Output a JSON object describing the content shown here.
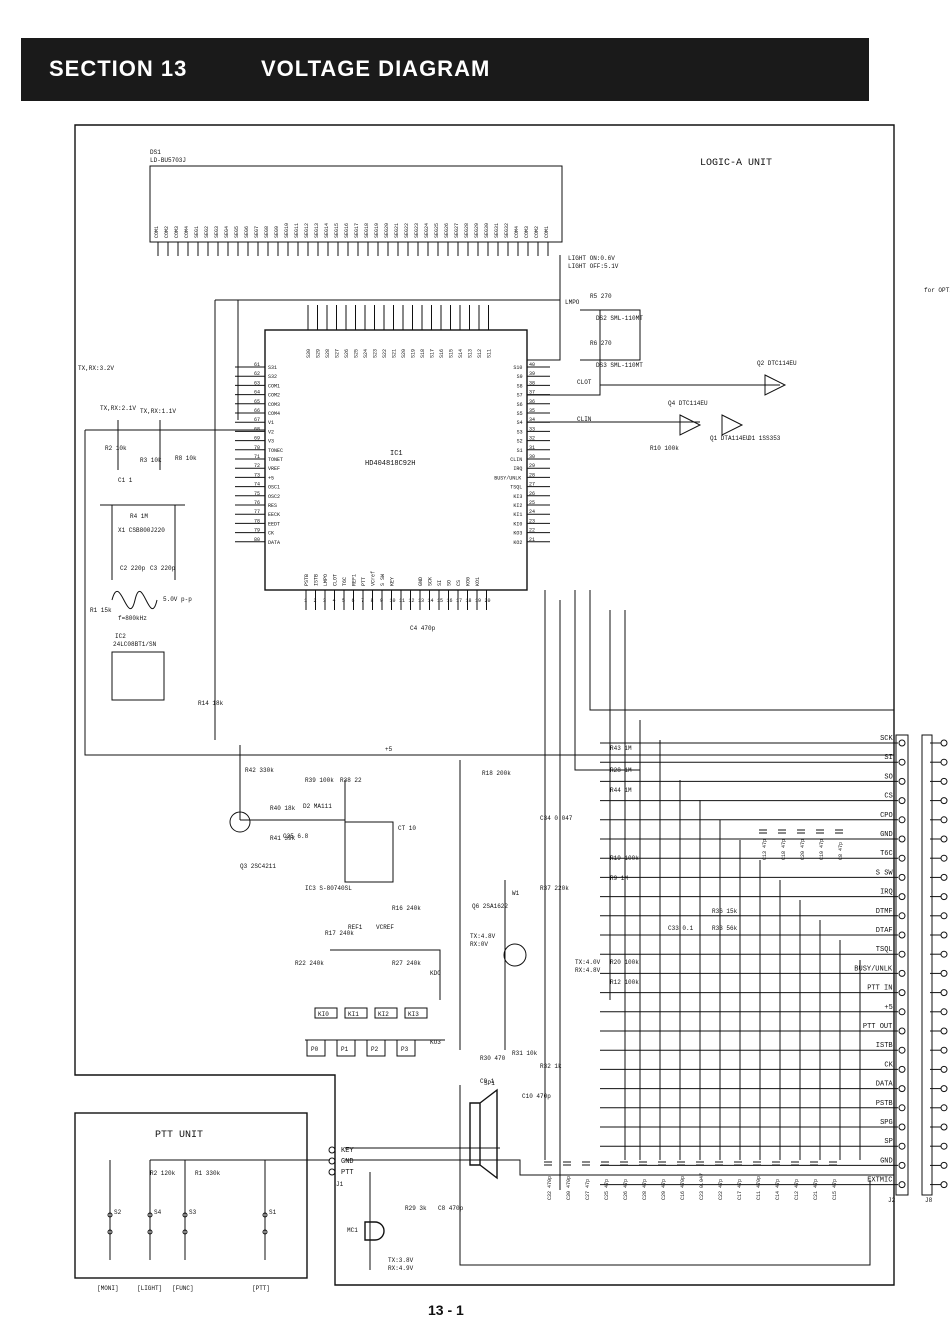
{
  "header": {
    "section": "SECTION 13",
    "title": "VOLTAGE DIAGRAM"
  },
  "page_number": "13 - 1",
  "units": {
    "logic": "LOGIC-A UNIT",
    "ptt": "PTT UNIT",
    "option": "for OPTION"
  },
  "ds1": {
    "ref": "DS1",
    "part": "LD-BU5703J",
    "com_left": [
      "COM1",
      "COM2",
      "COM3",
      "COM4"
    ],
    "segments": [
      "SEG1",
      "SEG2",
      "SEG3",
      "SEG4",
      "SEG5",
      "SEG6",
      "SEG7",
      "SEG8",
      "SEG9",
      "SEG10",
      "SEG11",
      "SEG12",
      "SEG13",
      "SEG14",
      "SEG15",
      "SEG16",
      "SEG17",
      "SEG18",
      "SEG19",
      "SEG20",
      "SEG21",
      "SEG22",
      "SEG23",
      "SEG24",
      "SEG25",
      "SEG26",
      "SEG27",
      "SEG28",
      "SEG29",
      "SEG30",
      "SEG31",
      "SEG32"
    ],
    "com_right": [
      "COM4",
      "COM3",
      "COM2",
      "COM1"
    ]
  },
  "ic1": {
    "ref": "IC1",
    "part": "HD404818C92H",
    "left_pins": [
      {
        "n": "61",
        "name": "S31"
      },
      {
        "n": "62",
        "name": "S32"
      },
      {
        "n": "63",
        "name": "COM1"
      },
      {
        "n": "64",
        "name": "COM2"
      },
      {
        "n": "65",
        "name": "COM3"
      },
      {
        "n": "66",
        "name": "COM4"
      },
      {
        "n": "67",
        "name": "V1"
      },
      {
        "n": "68",
        "name": "V2"
      },
      {
        "n": "69",
        "name": "V3"
      },
      {
        "n": "70",
        "name": "TONEC"
      },
      {
        "n": "71",
        "name": "TONET"
      },
      {
        "n": "72",
        "name": "VREF"
      },
      {
        "n": "73",
        "name": "+5"
      },
      {
        "n": "74",
        "name": "OSC1"
      },
      {
        "n": "75",
        "name": "OSC2"
      },
      {
        "n": "76",
        "name": "RES"
      },
      {
        "n": "77",
        "name": "EECK"
      },
      {
        "n": "78",
        "name": "EEDT"
      },
      {
        "n": "79",
        "name": "CK"
      },
      {
        "n": "80",
        "name": "DATA"
      }
    ],
    "right_pins": [
      {
        "n": "40",
        "name": "S10"
      },
      {
        "n": "39",
        "name": "S9"
      },
      {
        "n": "38",
        "name": "S8"
      },
      {
        "n": "37",
        "name": "S7"
      },
      {
        "n": "36",
        "name": "S6"
      },
      {
        "n": "35",
        "name": "S5"
      },
      {
        "n": "34",
        "name": "S4"
      },
      {
        "n": "33",
        "name": "S3"
      },
      {
        "n": "32",
        "name": "S2"
      },
      {
        "n": "31",
        "name": "S1"
      },
      {
        "n": "30",
        "name": "CLIN"
      },
      {
        "n": "29",
        "name": "IRQ"
      },
      {
        "n": "28",
        "name": "BUSY/UNLK"
      },
      {
        "n": "27",
        "name": "TSQL"
      },
      {
        "n": "26",
        "name": "KI3"
      },
      {
        "n": "25",
        "name": "KI2"
      },
      {
        "n": "24",
        "name": "KI1"
      },
      {
        "n": "23",
        "name": "KI0"
      },
      {
        "n": "22",
        "name": "KO3"
      },
      {
        "n": "21",
        "name": "KO2"
      }
    ],
    "top_pins": [
      "S30",
      "S29",
      "S28",
      "S27",
      "S26",
      "S25",
      "S24",
      "S23",
      "S22",
      "S21",
      "S20",
      "S19",
      "S18",
      "S17",
      "S16",
      "S15",
      "S14",
      "S13",
      "S12",
      "S11"
    ],
    "bottom_pins": [
      "PSTB",
      "ISTB",
      "LMPO",
      "CLOT",
      "T6C",
      "REF1",
      "PTT",
      "VCref",
      "S SW",
      "KEY",
      "",
      "",
      "GND",
      "SCK",
      "SI",
      "SO",
      "CS",
      "KO0",
      "KO1",
      ""
    ]
  },
  "voltages": {
    "txrx_32": "TX,RX:3.2V",
    "txrx_21": "TX,RX:2.1V",
    "txrx_11": "TX,RX:1.1V",
    "light_on": "LIGHT ON:0.6V",
    "light_off": "LIGHT OFF:5.1V",
    "osc_amp": "5.0V p-p",
    "osc_freq": "f=800kHz",
    "q6_in": "TX:4.8V",
    "q6_in2": "RX:0V",
    "q6_out": "TX:4.0V",
    "q6_out2": "RX:4.8V",
    "mic": "TX:3.8V",
    "mic2": "RX:4.9V"
  },
  "components": {
    "r2": "R2 10k",
    "r3": "R3 10k",
    "r8": "R8 10k",
    "c1": "C1 1",
    "r4": "R4 1M",
    "x1": "X1 CSB800J220",
    "c2": "C2 220p",
    "c3": "C3 220p",
    "r1": "R1 15k",
    "ic2_ref": "IC2",
    "ic2_part": "24LC08BT1/SN",
    "r14": "R14 18k",
    "r42": "R42 330k",
    "r40": "R40 18k",
    "r41": "R41 39k",
    "q3": "Q3 2SC4211",
    "r39": "R39 100k",
    "r38": "R38 22",
    "d2": "D2 MA111",
    "c35": "C35 6.8",
    "ic3": "IC3 S-80740SL",
    "ct10": "CT 10",
    "c34": "C34 0.047",
    "r37": "R37 220k",
    "r18": "R18 200k",
    "r5": "R5 270",
    "r6": "R6 270",
    "ds2": "DS2 SML-110MT",
    "ds3": "DS3 SML-110MT",
    "q2": "Q2 DTC114EU",
    "q4": "Q4 DTC114EU",
    "q1": "Q1 DTA114EU",
    "d1": "D1 1SS353",
    "r10": "R10 100k",
    "c4": "C4 470p",
    "r17": "R17 240k",
    "r16": "R16 240k",
    "r22": "R22 240k",
    "r27": "R27 240k",
    "q6": "Q6 2SA1622",
    "w1": "W1",
    "r30": "R30 470",
    "r31": "R31 10k",
    "c9": "C9 1",
    "r32": "R32 1k",
    "sp1": "SP1",
    "c10": "C10 470p",
    "mc1": "MC1",
    "r29": "R29 3k",
    "c8": "C8 470p",
    "j1": "J1",
    "j2": "J2",
    "j8": "J8",
    "r43": "R43 1M",
    "r28": "R28 1M",
    "r44": "R44 1M",
    "r19": "R19 100k",
    "r9": "R9 1M",
    "r36": "R36 15k",
    "c33": "C33 0.1",
    "r33": "R33 56k",
    "r20": "R20 100k",
    "r12": "R12 100k",
    "r2ptt": "R2 120k",
    "r1ptt": "R1 330k"
  },
  "ic1_pin_labels": {
    "light": "LMPO",
    "clot": "CLOT",
    "clin": "CLIN",
    "vcref": "VCREF",
    "ref1": "REF1",
    "kdo": "KDO",
    "kos": "KO3",
    "plus5": "+5"
  },
  "keys": {
    "ki": [
      "KI0",
      "KI1",
      "KI2",
      "KI3"
    ],
    "p": [
      "P0",
      "P1",
      "P2",
      "P3"
    ]
  },
  "connector_j2": [
    "SCK",
    "SI",
    "SO",
    "CS",
    "CPO",
    "GND",
    "T6C",
    "S SW",
    "IRQ",
    "DTMF",
    "DTAF",
    "TSQL",
    "BUSY/UNLK",
    "PTT IN",
    "+5",
    "PTT OUT",
    "ISTB",
    "CK",
    "DATA",
    "PSTB",
    "SPG",
    "SP",
    "GND",
    "EXTMIC"
  ],
  "connector_j1": [
    "KEY",
    "GND",
    "PTT"
  ],
  "ptt_switches": [
    {
      "ref": "S2",
      "label": "[MONI]"
    },
    {
      "ref": "S4",
      "label": "[LIGHT]"
    },
    {
      "ref": "S3",
      "label": "[FUNC]"
    },
    {
      "ref": "S1",
      "label": "[PTT]"
    }
  ],
  "bottom_caps": [
    "C32 470p",
    "C30 470p",
    "C27 47p",
    "C25 47p",
    "C26 47p",
    "C28 47p",
    "C29 47p",
    "C16 470p",
    "C23 0.047",
    "C22 47p",
    "C17 47p",
    "C11 470p",
    "C14 47p",
    "C12 47p",
    "C21 47p",
    "C15 47p"
  ],
  "mid_caps": [
    "C13 47p",
    "C18 47p",
    "C20 47p",
    "C19 47p",
    "C8 47p"
  ]
}
